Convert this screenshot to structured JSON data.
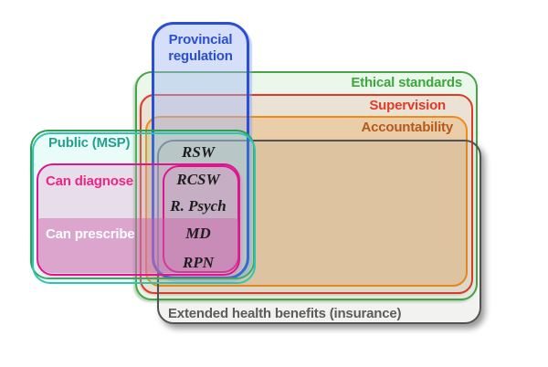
{
  "diagram": {
    "type": "euler-set-diagram",
    "sets": {
      "provincial_regulation": {
        "label": "Provincial regulation",
        "border_color": "#2b4fd2",
        "text_color": "#2b50cc",
        "fill": "#dde5f8"
      },
      "ethical_standards": {
        "label": "Ethical standards",
        "border_color": "#46a546",
        "text_color": "#3aa83a",
        "fill": "#edf6ec"
      },
      "supervision": {
        "label": "Supervision",
        "border_color": "#e03a28",
        "text_color": "#e23b27",
        "fill": "#f6e3d8"
      },
      "accountability": {
        "label": "Accountability",
        "border_color": "#f08b16",
        "text_color": "#b5591b",
        "fill": "#eed3b6"
      },
      "public_msp": {
        "label": "Public (MSP)",
        "border_color": "#2cc5b4",
        "text_color": "#23a08e",
        "fill": "#e9f8f3"
      },
      "can_diagnose": {
        "label": "Can diagnose",
        "border_color": "#e0148e",
        "text_color": "#ef2585",
        "fill": "#f2dfeb"
      },
      "can_prescribe": {
        "label": "Can prescribe",
        "border_color": "none",
        "text_color": "#ffffff",
        "fill": "#dca4cd"
      },
      "extended_health": {
        "label": "Extended health benefits (insurance)",
        "border_color": "#525252",
        "text_color": "#5c5c5c",
        "fill": "#f1f0ef"
      }
    },
    "members": [
      "RSW",
      "RCSW",
      "R. Psych",
      "MD",
      "RPN"
    ]
  }
}
